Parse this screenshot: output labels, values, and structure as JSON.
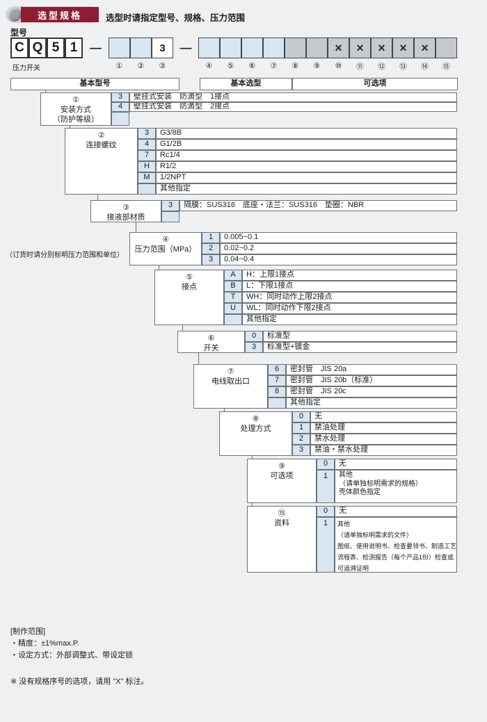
{
  "page": {
    "badge": "选型规格",
    "subtitle": "选型时请指定型号、规格、压力范围",
    "model_label": "型号",
    "product_name": "压力开关"
  },
  "model_code": {
    "prefix_chars": [
      "C",
      "Q",
      "5",
      "1"
    ],
    "dash": "—",
    "slot3_value": "3",
    "x_mark": "×",
    "digits": [
      "①",
      "②",
      "③",
      "④",
      "⑤",
      "⑥",
      "⑦",
      "⑧",
      "⑨",
      "⑩",
      "⑪",
      "⑫",
      "⑬",
      "⑭",
      "⑮"
    ]
  },
  "headers": {
    "basic_model": "基本型号",
    "basic_selection": "基本选型",
    "optional": "可选项"
  },
  "note_order": "（订货时请分别标明压力范围和单位）",
  "groups": [
    {
      "num": "①",
      "name": "安装方式\n（防护等级）",
      "rows": [
        {
          "code": "3",
          "desc": "壁挂式安装　防滴型　1接点"
        },
        {
          "code": "4",
          "desc": "壁挂式安装　防滴型　2接点"
        }
      ]
    },
    {
      "num": "②",
      "name": "连接螺纹",
      "rows": [
        {
          "code": "3",
          "desc": "G3/8B"
        },
        {
          "code": "4",
          "desc": "G1/2B"
        },
        {
          "code": "7",
          "desc": "Rc1/4"
        },
        {
          "code": "H",
          "desc": "R1/2"
        },
        {
          "code": "M",
          "desc": "1/2NPT"
        },
        {
          "code": "",
          "desc": "其他指定"
        }
      ]
    },
    {
      "num": "③",
      "name": "接液部材质",
      "rows": [
        {
          "code": "3",
          "desc": "隔膜：SUS316　底座・法兰：SUS316　垫圈：NBR"
        }
      ]
    },
    {
      "num": "④",
      "name": "压力范围（MPa）",
      "rows": [
        {
          "code": "1",
          "desc": "0.005~0.1"
        },
        {
          "code": "2",
          "desc": "0.02~0.2"
        },
        {
          "code": "3",
          "desc": "0.04~0.4"
        }
      ]
    },
    {
      "num": "⑤",
      "name": "接点",
      "rows": [
        {
          "code": "A",
          "desc": "H：上限1接点"
        },
        {
          "code": "B",
          "desc": "L：下限1接点"
        },
        {
          "code": "T",
          "desc": "WH：同时动作上限2接点"
        },
        {
          "code": "U",
          "desc": "WL：同时动作下限2接点"
        },
        {
          "code": "",
          "desc": "其他指定"
        }
      ]
    },
    {
      "num": "⑥",
      "name": "开关",
      "rows": [
        {
          "code": "0",
          "desc": "标准型"
        },
        {
          "code": "3",
          "desc": "标准型+镀金"
        }
      ]
    },
    {
      "num": "⑦",
      "name": "电线取出口",
      "rows": [
        {
          "code": "6",
          "desc": "密封管　JIS 20a"
        },
        {
          "code": "7",
          "desc": "密封管　JIS 20b（标准）"
        },
        {
          "code": "8",
          "desc": "密封管　JIS 20c"
        },
        {
          "code": "",
          "desc": "其他指定"
        }
      ]
    },
    {
      "num": "⑧",
      "name": "处理方式",
      "rows": [
        {
          "code": "0",
          "desc": "无"
        },
        {
          "code": "1",
          "desc": "禁油处理"
        },
        {
          "code": "2",
          "desc": "禁水处理"
        },
        {
          "code": "3",
          "desc": "禁油・禁水处理"
        }
      ]
    },
    {
      "num": "⑨",
      "name": "可选项",
      "rows": [
        {
          "code": "0",
          "desc": "无"
        },
        {
          "code": "1",
          "desc": "其他\n（请单独标明需求的规格）\n壳体颜色指定"
        }
      ]
    },
    {
      "num": "⑮",
      "name": "资料",
      "rows": [
        {
          "code": "0",
          "desc": "无"
        },
        {
          "code": "1",
          "desc": "其他\n（请单独标明需求的文件）\n图纸、使用说明书、检查要领书、制造工艺\n流程表、检测报告（每个产品1份）检查或\n可追溯证明"
        }
      ]
    }
  ],
  "footer": {
    "scope_title": "[制作范围]",
    "scope_lines": [
      "・精度：±1%max.P.",
      "・设定方式：外部调整式、带设定锁"
    ],
    "x_note": "※ 没有规格序号的选项，请用 \"X\" 标注。"
  }
}
